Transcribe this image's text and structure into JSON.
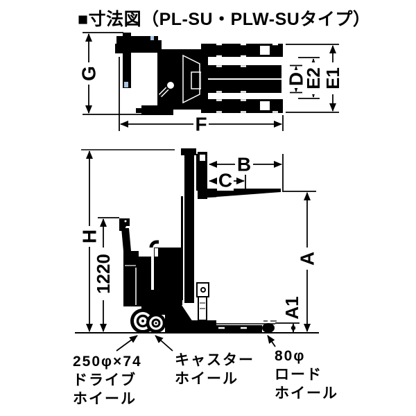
{
  "title": "■寸法図（PL-SU・PLW-SUタイプ）",
  "colors": {
    "ink": "#000000",
    "background": "#ffffff",
    "accent_mark": "#aac4e0"
  },
  "top_view": {
    "dims": {
      "g": "G",
      "d": "D",
      "e2": "E2",
      "e1": "E1",
      "f": "F"
    }
  },
  "side_view": {
    "dims": {
      "b": "B",
      "c": "C",
      "h": "H",
      "a": "A",
      "a1": "A1",
      "handle_height": "1220"
    }
  },
  "wheel_labels": {
    "drive": {
      "lines": [
        "250φ×74",
        "ドライブ",
        "ホイール"
      ]
    },
    "caster": {
      "lines": [
        "キャスター",
        "ホイール"
      ]
    },
    "load": {
      "lines": [
        "80φ",
        "ロード",
        "ホイール"
      ]
    }
  }
}
